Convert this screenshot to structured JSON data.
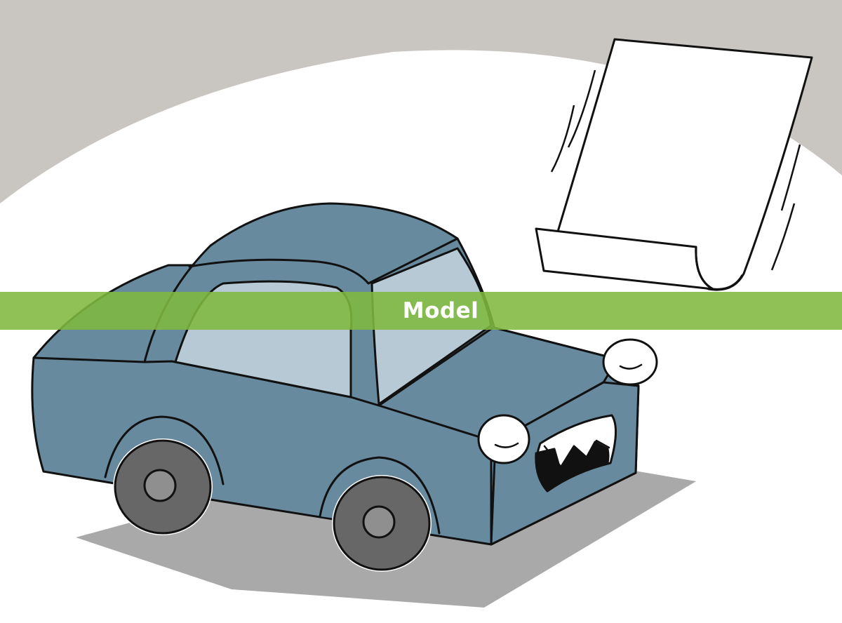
{
  "banner": {
    "label": "Model"
  },
  "colors": {
    "background_grey": "#c9c6c2",
    "car_body": "#688a9e",
    "car_window": "#b7c9d4",
    "tire": "#676767",
    "shadow": "#a9a9a9",
    "outline": "#111111",
    "banner_green": "#80b840"
  },
  "illustration": {
    "subjects": [
      "car-with-face",
      "paper-sheet",
      "ground-shadow"
    ]
  }
}
